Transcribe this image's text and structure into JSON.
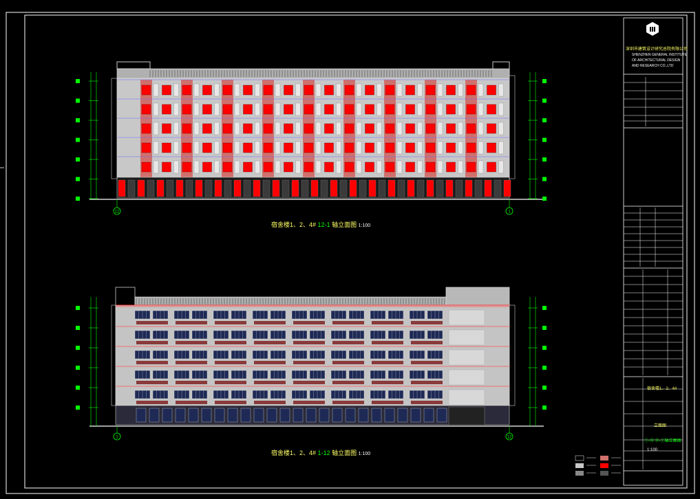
{
  "drawing": {
    "upper_title": {
      "prefix": "宿舍楼1、2、4#",
      "axis_from": "12",
      "axis_to": "1",
      "suffix": "轴立面图",
      "scale": "1:100"
    },
    "lower_title": {
      "prefix": "宿舍楼1、2、4#",
      "axis_from": "1",
      "axis_to": "12",
      "suffix": "轴立面图",
      "scale": "1:100"
    },
    "axis_labels": {
      "upper_left": "12",
      "upper_right": "1",
      "lower_left": "1",
      "lower_right": "12"
    }
  },
  "title_block": {
    "company_cn": "深圳市建筑设计研究总院有限公司",
    "company_en_1": "SHENZHEN GENERAL INSTITUTE",
    "company_en_2": "OF ARCHITECTURAL DESIGN",
    "company_en_3": "AND RESEARCH CO.,LTD",
    "project_label": "宿舍楼1、2、4#",
    "drawing_title": "立面图",
    "axis_note": "①-⑫ ⑫-①轴立面图",
    "scale_value": "1:100"
  },
  "colors": {
    "background": "#000000",
    "facade_red": "#ff0000",
    "facade_pink": "#d0706c",
    "facade_gray": "#c8c8c8",
    "cad_green": "#00ff00",
    "cad_yellow": "#ffff66",
    "cad_cyan": "#00ffff"
  }
}
